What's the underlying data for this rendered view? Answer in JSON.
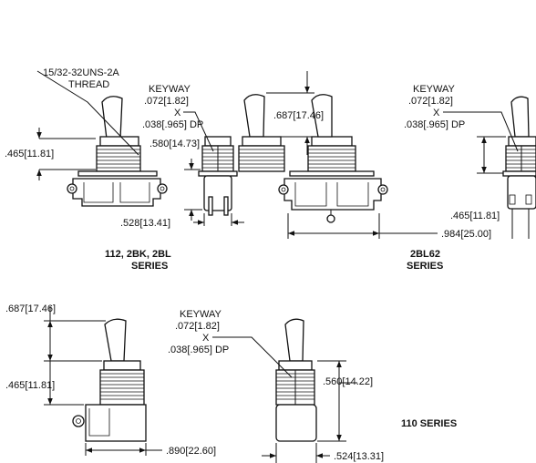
{
  "series_labels": {
    "s112": [
      "112,  2BK, 2BL",
      "SERIES"
    ],
    "s2bl62": [
      "2BL62",
      "SERIES"
    ],
    "s110": "110 SERIES"
  },
  "callouts": {
    "thread": [
      "15/32-32UNS-2A",
      "THREAD"
    ],
    "keyway": [
      "KEYWAY",
      ".072[1.82]",
      "X",
      ".038[.965] DP"
    ]
  },
  "dimensions": {
    "d_465": ".465[11.81]",
    "d_580": ".580[14.73]",
    "d_528": ".528[13.41]",
    "d_687": ".687[17.46]",
    "d_984": ".984[25.00]",
    "d_890": ".890[22.60]",
    "d_560": ".560[14.22]",
    "d_524": ".524[13.31]"
  }
}
